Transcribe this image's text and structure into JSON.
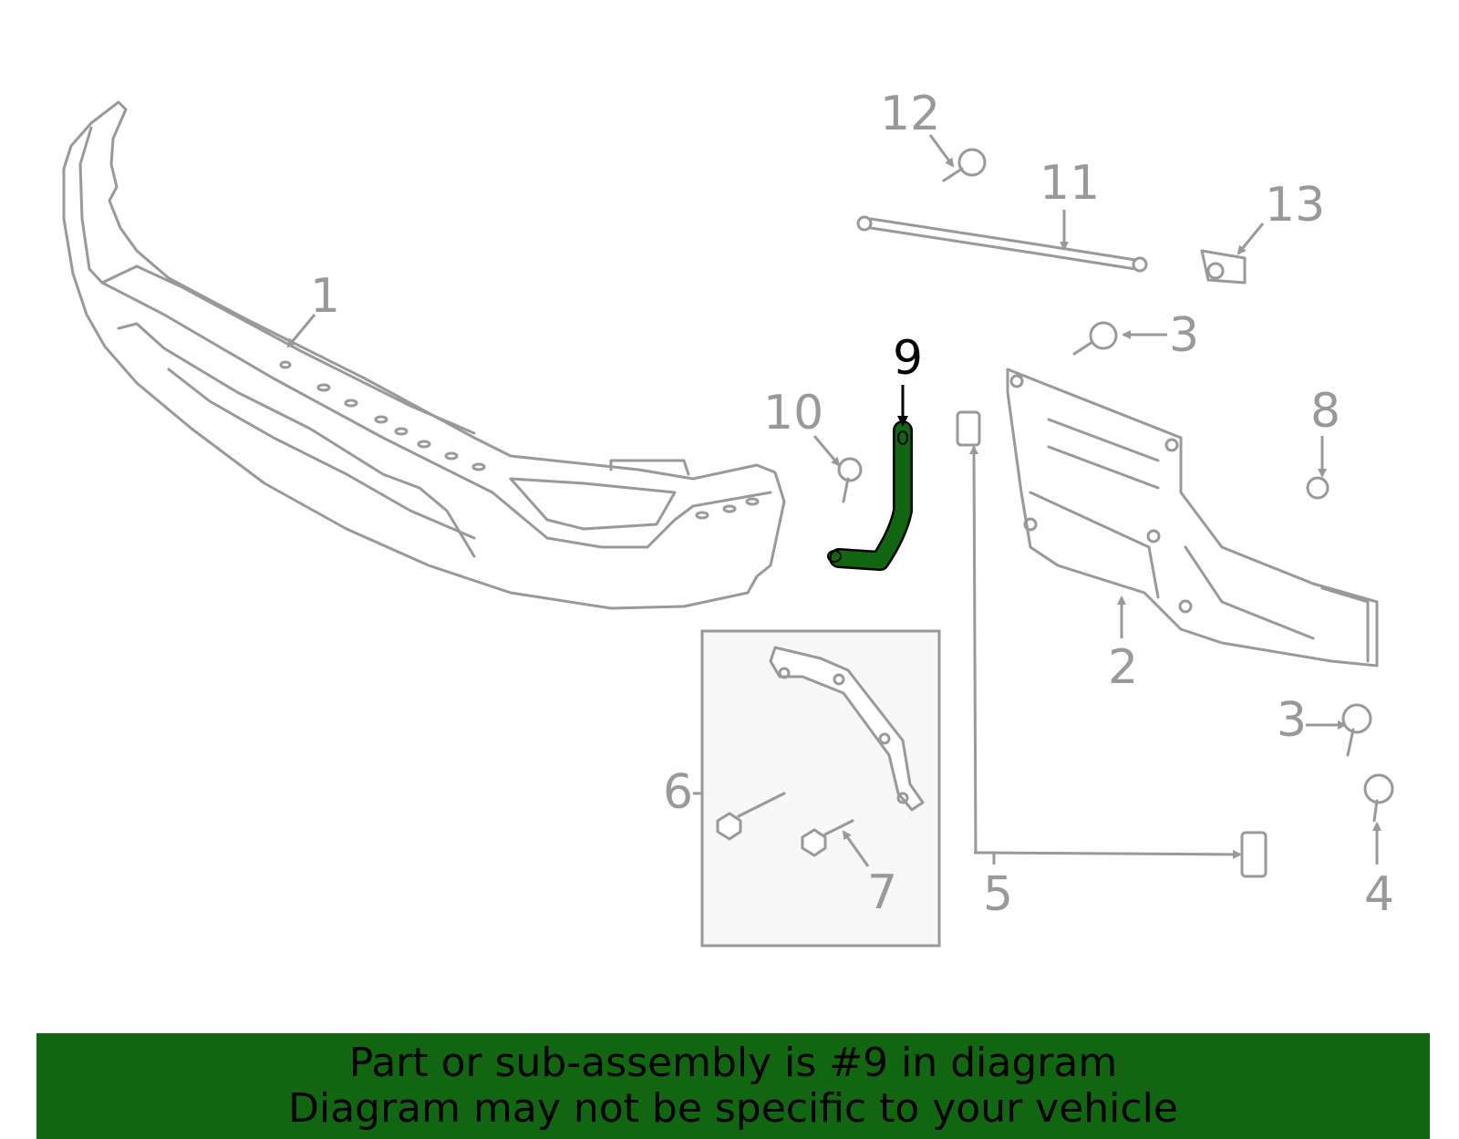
{
  "callouts": [
    "1",
    "2",
    "3",
    "3",
    "4",
    "5",
    "6",
    "7",
    "8",
    "9",
    "10",
    "11",
    "12",
    "13"
  ],
  "highlighted_part": "9",
  "colors": {
    "part_outline": "#999999",
    "highlight": "#136611",
    "banner": "#136611"
  },
  "banner": {
    "line1": "Part or sub-assembly is #9 in diagram",
    "line2": "Diagram may not be specific to your vehicle"
  }
}
